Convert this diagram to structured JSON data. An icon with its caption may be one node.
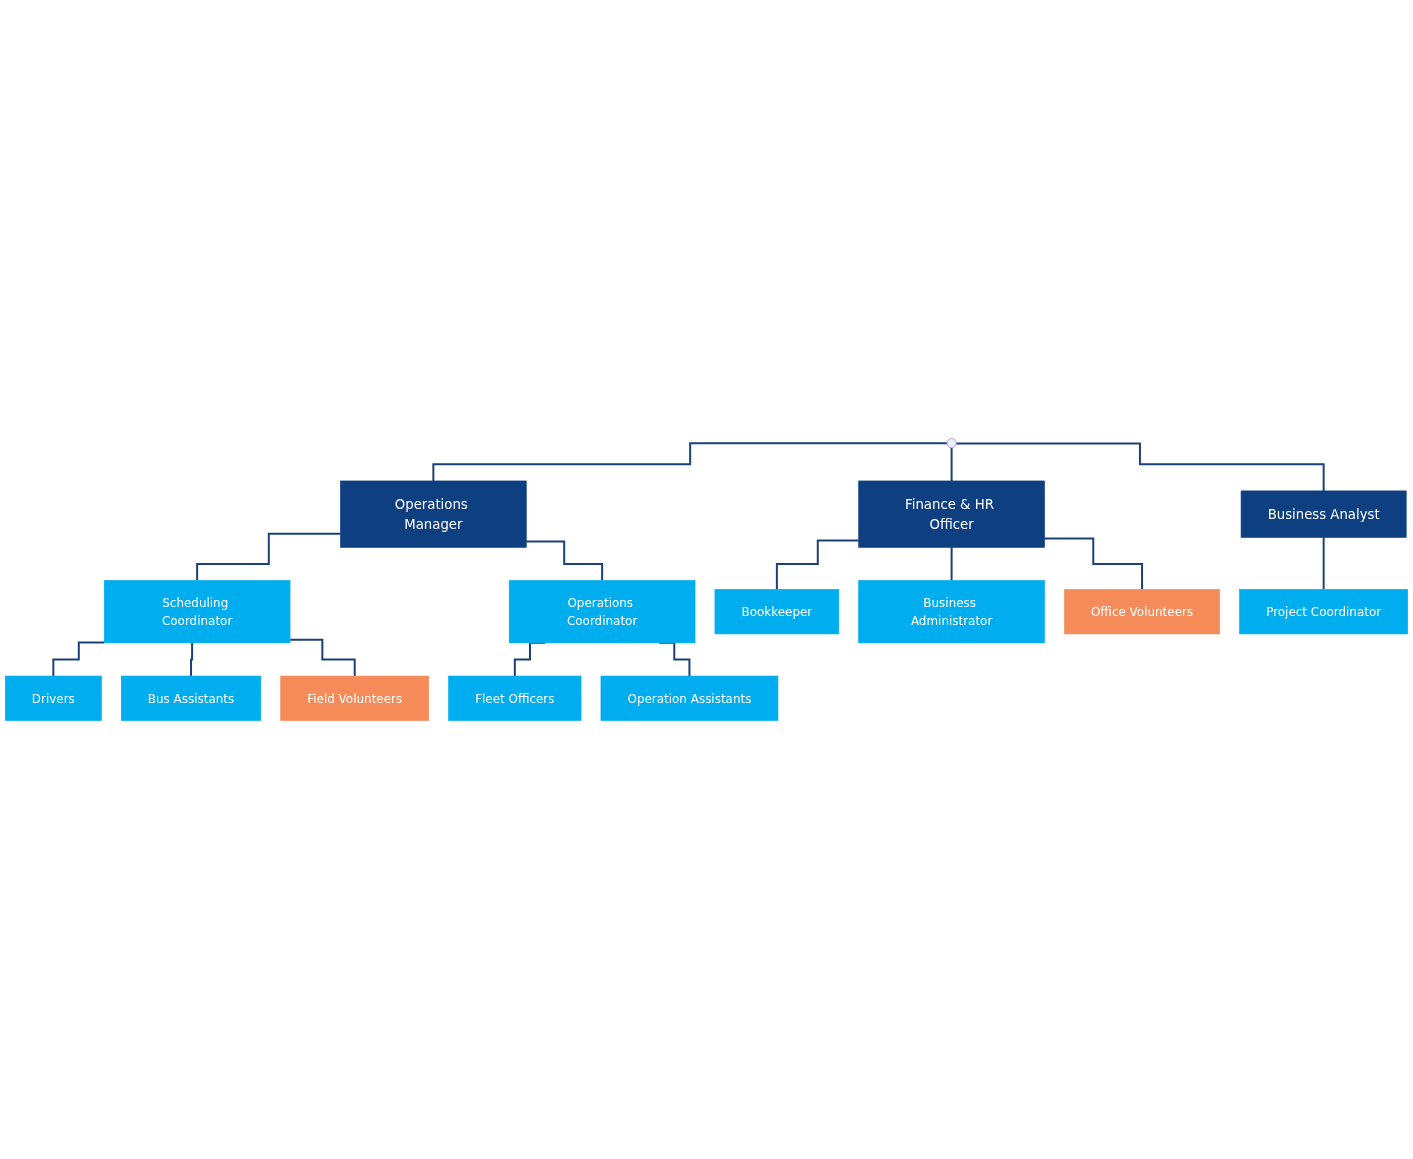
{
  "diagram": {
    "nodes": [
      {
        "text": [
          "Operations Manager"
        ]
      },
      {
        "text": [
          "Finance & HR Officer"
        ]
      },
      {
        "text": [
          "Business Analyst"
        ]
      },
      {
        "text": [
          "Scheduling Coordinator"
        ]
      },
      {
        "text": [
          "Operations Coordinator"
        ]
      },
      {
        "text": [
          "Bookkeeper"
        ]
      },
      {
        "text": [
          "Project Coordinator"
        ]
      },
      {
        "text": [
          "Drivers"
        ]
      },
      {
        "text": [
          "Fleet Officers"
        ]
      },
      {
        "text": [
          "Business Administrator"
        ]
      },
      {
        "text": [
          "Bus Assistants"
        ]
      },
      {
        "text": [
          "Operation Assistants"
        ]
      },
      {
        "text": [
          "Office Volunteers"
        ]
      },
      {
        "text": [
          "Field Volunteers"
        ]
      }
    ],
    "edges": [
      {
        "from": null,
        "to": 0,
        "arrow": "none"
      },
      {
        "from": null,
        "to": 1,
        "arrow": "none"
      },
      {
        "from": null,
        "to": 2,
        "arrow": "none"
      },
      {
        "from": 0,
        "to": 3,
        "arrow": "none"
      },
      {
        "from": 0,
        "to": 4,
        "arrow": "none"
      },
      {
        "from": 1,
        "to": 5,
        "arrow": "none"
      },
      {
        "from": 1,
        "to": 9,
        "arrow": "none"
      },
      {
        "from": 1,
        "to": 12,
        "arrow": "none"
      },
      {
        "from": 2,
        "to": 6,
        "arrow": "none"
      },
      {
        "from": 3,
        "to": 7,
        "arrow": "none"
      },
      {
        "from": 3,
        "to": 10,
        "arrow": "none"
      },
      {
        "from": 3,
        "to": 13,
        "arrow": "none"
      },
      {
        "from": 4,
        "to": 8,
        "arrow": "none"
      },
      {
        "from": 4,
        "to": 11,
        "arrow": "none"
      }
    ]
  }
}
